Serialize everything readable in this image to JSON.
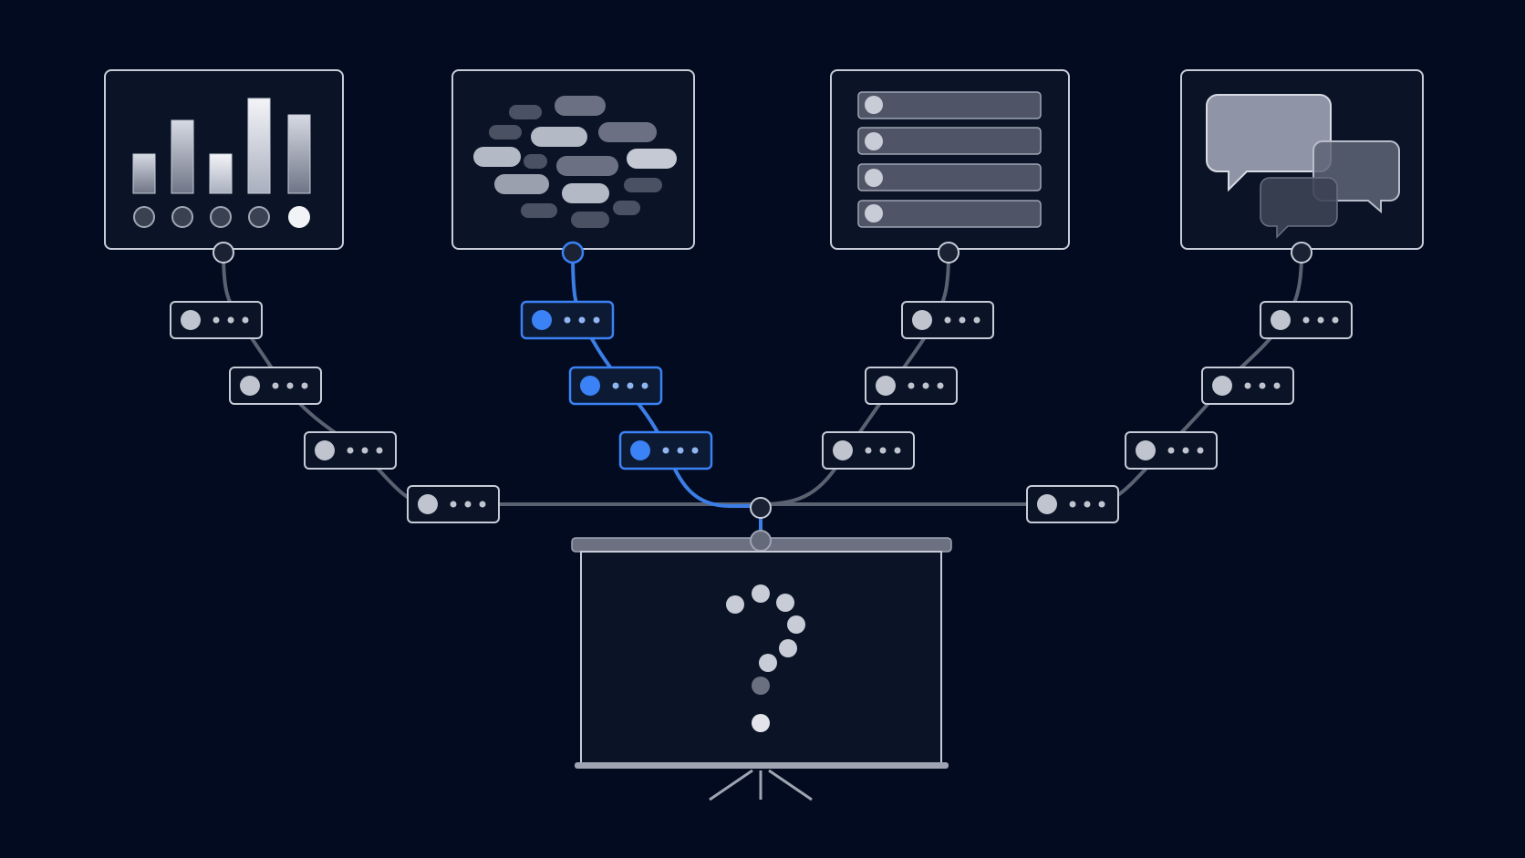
{
  "diagram": {
    "background_color": "#020b1f",
    "panel_border_color": "#c7ccd8",
    "panel_fill_color": "#0b1426",
    "line_color": "#5a6170",
    "highlight_color": "#3b82f6",
    "highlight_line_color": "#3b7ee6",
    "highlighted_branch": "word-cloud",
    "sources": [
      {
        "name": "bar-chart",
        "icon": "bar-chart-icon"
      },
      {
        "name": "word-cloud",
        "icon": "word-cloud-icon"
      },
      {
        "name": "list",
        "icon": "list-icon"
      },
      {
        "name": "chat",
        "icon": "chat-bubbles-icon"
      }
    ],
    "target": {
      "name": "presentation-screen",
      "icon": "question-mark-icon"
    },
    "connector_nodes_per_branch": [
      4,
      3,
      3,
      4
    ]
  }
}
